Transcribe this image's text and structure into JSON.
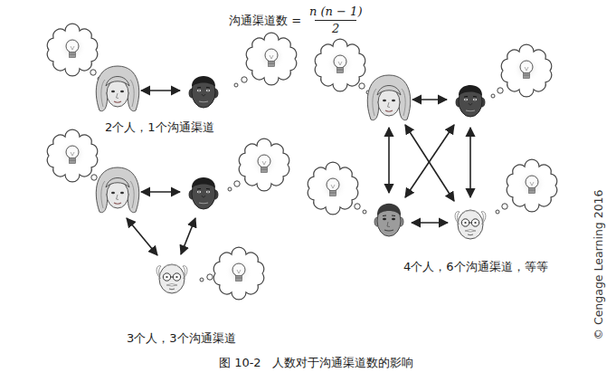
{
  "diagram": {
    "caption": "图 10-2   人数对于沟通渠道数的影响",
    "labels": [
      "沟通渠道数 =",
      "n (n − 1)",
      "2",
      "2个人，1个沟通渠道",
      "4个人，6个沟通渠道，等等",
      "3个人，3个沟通渠道",
      "© Cengage Learning 2016"
    ]
  }
}
